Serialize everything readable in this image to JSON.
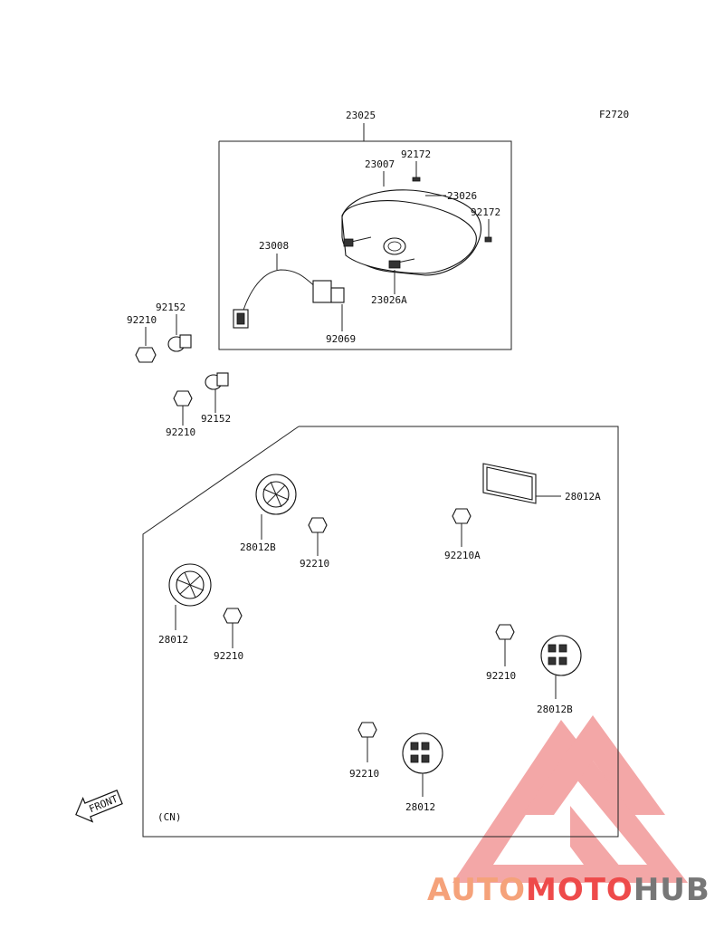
{
  "diagram": {
    "code": "F2720",
    "region_note": "(CN)",
    "front_label": "FRONT",
    "parts": {
      "assy": "23025",
      "lens": "23007",
      "screw_top": "92172",
      "gasket": "23026",
      "screw_right": "92172",
      "harness": "23008",
      "socket": "23026A",
      "bulb": "92069",
      "collar_a": "92152",
      "nut_a": "92210",
      "nut_b": "92210",
      "collar_b": "92152",
      "ref_28012B_top": "28012B",
      "nut_c": "92210",
      "ref_28012A": "28012A",
      "nut_92210A": "92210A",
      "ref_28012_left": "28012",
      "nut_d": "92210",
      "nut_e": "92210",
      "ref_28012B_right": "28012B",
      "nut_f": "92210",
      "ref_28012_bottom": "28012"
    }
  },
  "watermark": {
    "part1": "AUTO",
    "part2": "MOTO",
    "part3": "HUB",
    "color1": "#f5a27a",
    "color2": "#ee4a4a",
    "color3": "#777777",
    "logo_color": "#f08a8a"
  }
}
